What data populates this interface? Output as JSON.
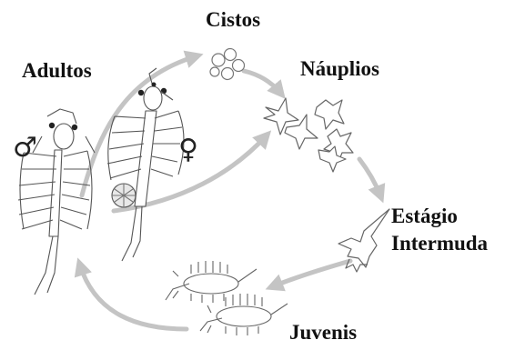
{
  "stages": {
    "cysts": "Cistos",
    "nauplii": "Náuplios",
    "intermolt_line1": "Estágio",
    "intermolt_line2": "Intermuda",
    "juveniles": "Juvenis",
    "adults": "Adultos"
  },
  "symbols": {
    "male": "♂",
    "female": "♀"
  },
  "icons": [
    "cyst-cluster-icon",
    "nauplius-larva-icon",
    "intermolt-larva-icon",
    "juvenile-shrimp-icon",
    "adult-male-shrimp-icon",
    "adult-female-shrimp-icon",
    "cycle-arrow-icon"
  ],
  "colors": {
    "arrow": "#c4c4c4",
    "outline": "#555555",
    "text": "#111111"
  }
}
